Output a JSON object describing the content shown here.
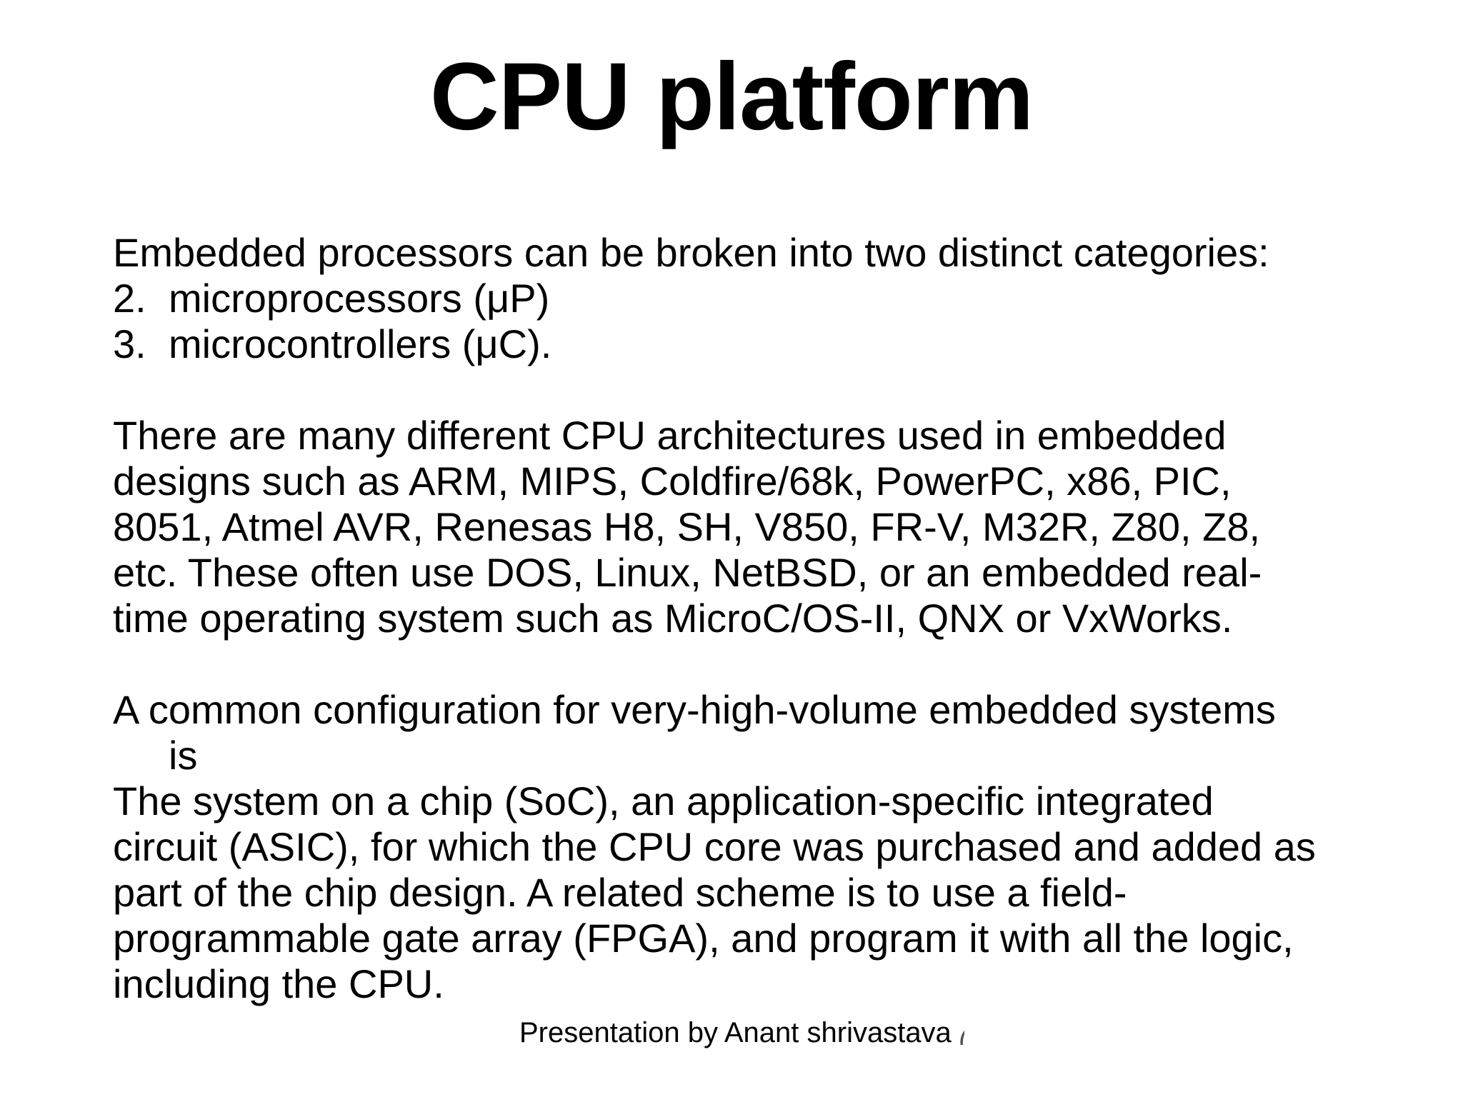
{
  "slide": {
    "title": "CPU platform",
    "intro": "Embedded processors can be broken into two distinct categories:",
    "list": [
      {
        "number": "2.",
        "text": "microprocessors (μP)"
      },
      {
        "number": "3.",
        "text": "microcontrollers (μC)."
      }
    ],
    "paragraph2_lines": [
      "There are many different CPU architectures used in embedded",
      "designs such as ARM, MIPS, Coldfire/68k, PowerPC, x86, PIC,",
      "8051, Atmel AVR, Renesas H8, SH, V850, FR-V, M32R, Z80, Z8,",
      "etc. These often use DOS, Linux, NetBSD, or an embedded real-",
      "time operating system such as MicroC/OS-II, QNX or VxWorks."
    ],
    "paragraph3_lines": [
      "A common configuration for very-high-volume embedded systems",
      "is",
      "The system on a chip (SoC), an application-specific integrated",
      "circuit (ASIC), for which the CPU core was purchased and added as",
      "part of the chip design. A related scheme is to use a field-",
      "programmable gate array (FPGA), and program it with all the logic,",
      "including the CPU."
    ],
    "footer": "Presentation by Anant shrivastava",
    "footer_tail": "("
  }
}
